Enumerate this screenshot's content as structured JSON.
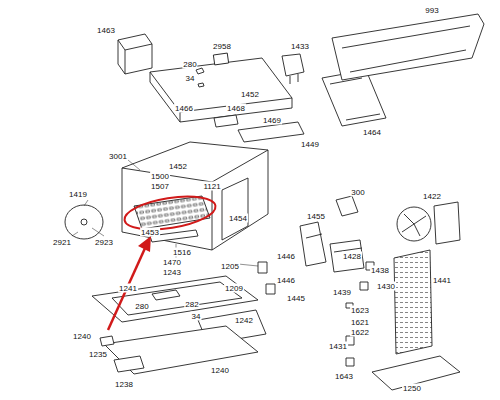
{
  "diagram": {
    "labels": [
      "1463",
      "2958",
      "280",
      "34",
      "1466",
      "1452",
      "1468",
      "1469",
      "1433",
      "1449",
      "1464",
      "993",
      "3001",
      "1500",
      "1507",
      "1452",
      "1121",
      "1419",
      "2921",
      "2923",
      "1453",
      "1516",
      "1454",
      "300",
      "1422",
      "1455",
      "1470",
      "1205",
      "1446",
      "1428",
      "1430",
      "1438",
      "1441",
      "1209",
      "1446",
      "1445",
      "1439",
      "1623",
      "1621",
      "1622",
      "1431",
      "1643",
      "1250",
      "1243",
      "1241",
      "280",
      "282",
      "34",
      "1242",
      "1240",
      "1235",
      "1238",
      "1240"
    ]
  }
}
